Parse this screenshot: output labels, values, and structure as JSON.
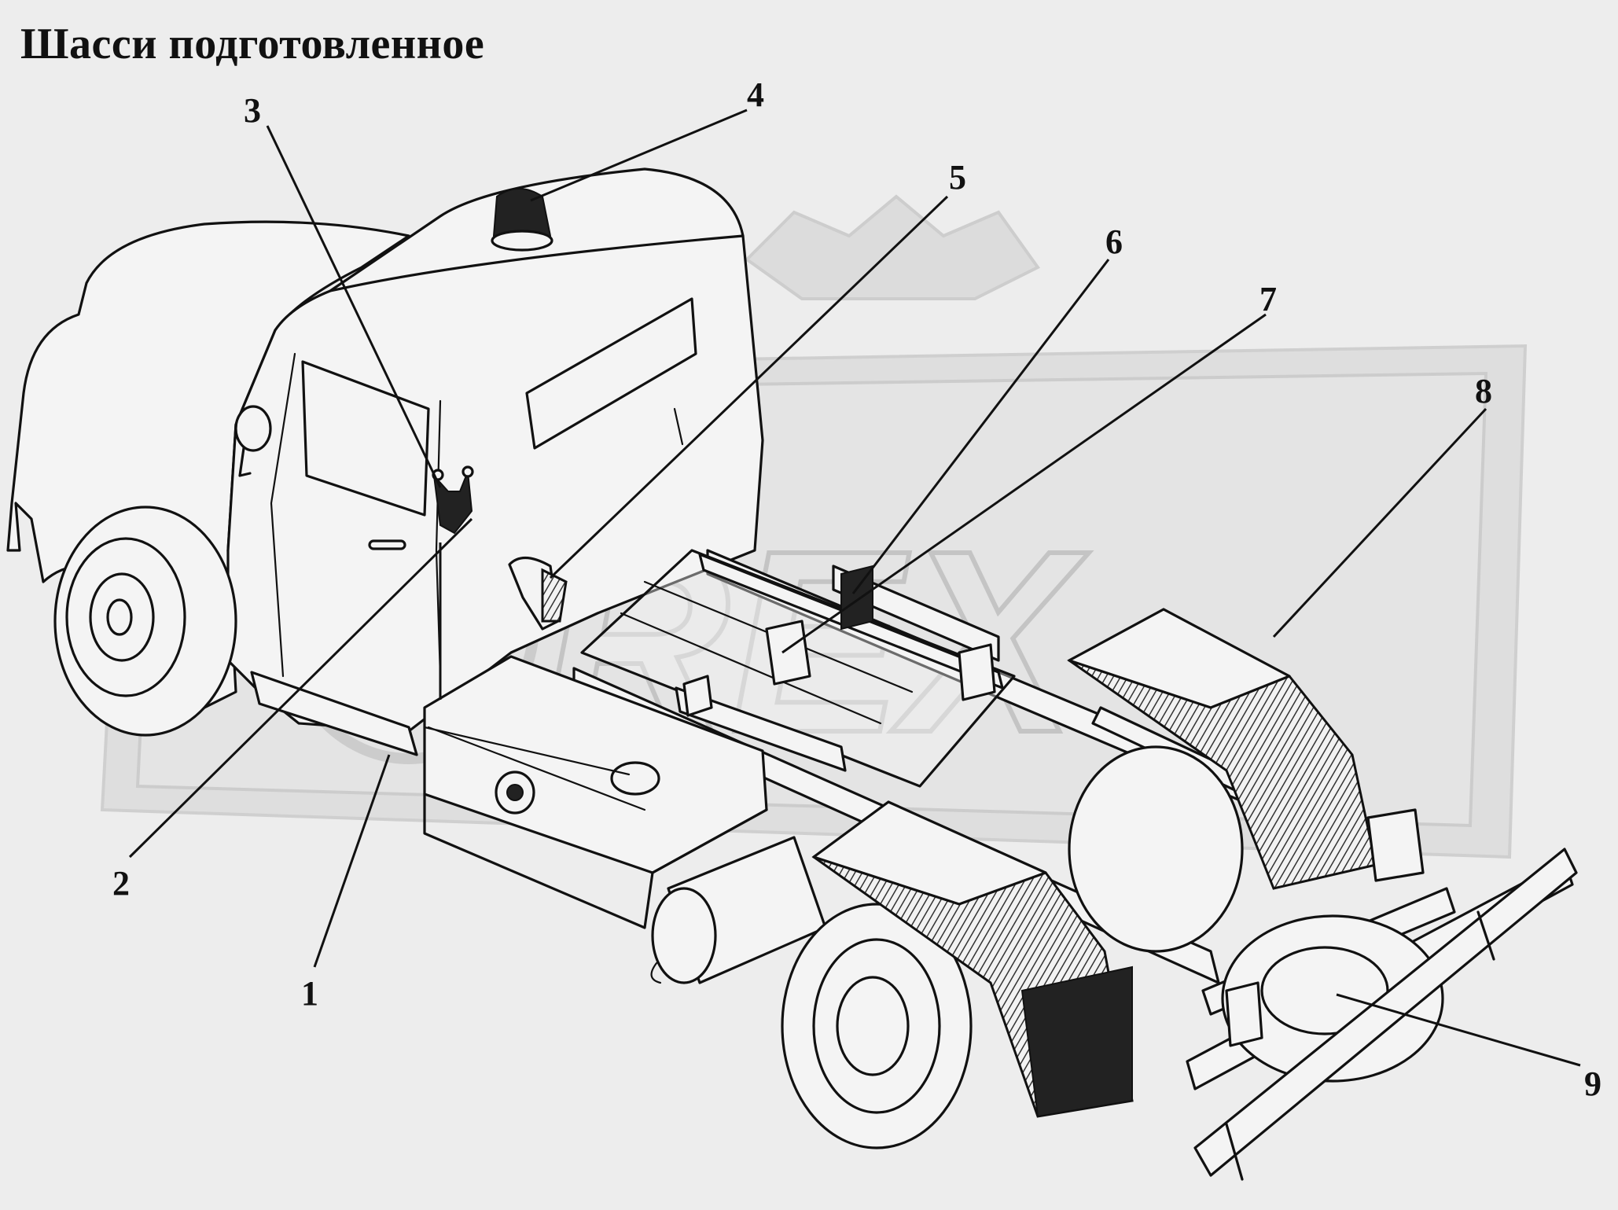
{
  "title": "Шасси подготовленное",
  "watermark": "REX",
  "callouts": [
    {
      "id": "1",
      "label": "1"
    },
    {
      "id": "2",
      "label": "2"
    },
    {
      "id": "3",
      "label": "3"
    },
    {
      "id": "4",
      "label": "4"
    },
    {
      "id": "5",
      "label": "5"
    },
    {
      "id": "6",
      "label": "6"
    },
    {
      "id": "7",
      "label": "7"
    },
    {
      "id": "8",
      "label": "8"
    },
    {
      "id": "9",
      "label": "9"
    }
  ],
  "colors": {
    "ink": "#111111",
    "paper": "#ededed",
    "watermark": "#d2d2d2"
  }
}
